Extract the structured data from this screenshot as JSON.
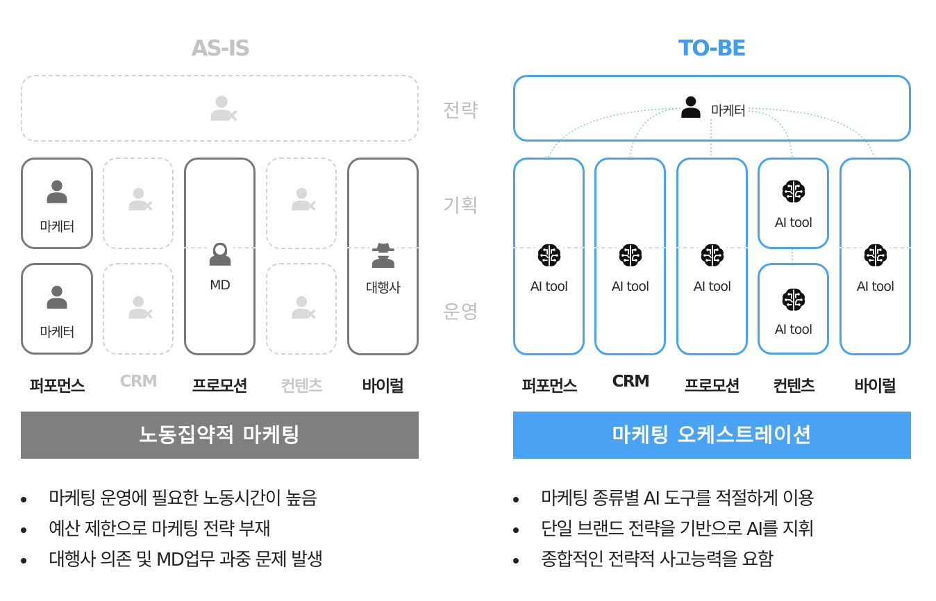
{
  "as_is": {
    "title": "AS-IS",
    "boxes": {
      "performance_1": "마케터",
      "performance_2": "마케터",
      "promotion": "MD",
      "viral": "대행사"
    },
    "categories": [
      "퍼포먼스",
      "CRM",
      "프로모션",
      "컨텐츠",
      "바이럴"
    ],
    "banner": "노동집약적 마케팅",
    "bullets": [
      "마케팅 운영에 필요한 노동시간이 높음",
      "예산 제한으로 마케팅 전략 부재",
      "대행사 의존 및 MD업무 과중 문제 발생"
    ]
  },
  "row_labels": [
    "전략",
    "기획",
    "운영"
  ],
  "to_be": {
    "title": "TO-BE",
    "strategy_label": "마케터",
    "tools": [
      "AI tool",
      "AI tool",
      "AI tool",
      "AI tool",
      "AI tool",
      "AI tool"
    ],
    "categories": [
      "퍼포먼스",
      "CRM",
      "프로모션",
      "컨텐츠",
      "바이럴"
    ],
    "banner": "마케팅 오케스트레이션",
    "bullets": [
      "마케팅 종류별 AI 도구를 적절하게 이용",
      "단일 브랜드 전략을 기반으로 AI를 지휘",
      "종합적인 전략적 사고능력을 요함"
    ]
  },
  "colors": {
    "as_is_title": "#c3c3c3",
    "to_be_title": "#3d9cf0",
    "as_is_banner": "#7f7f7f",
    "to_be_banner": "#4aa3f2",
    "solid_gray": "#7a7a7a",
    "dashed_gray": "#d2d2d2",
    "blue_border": "#4aa3f2"
  }
}
